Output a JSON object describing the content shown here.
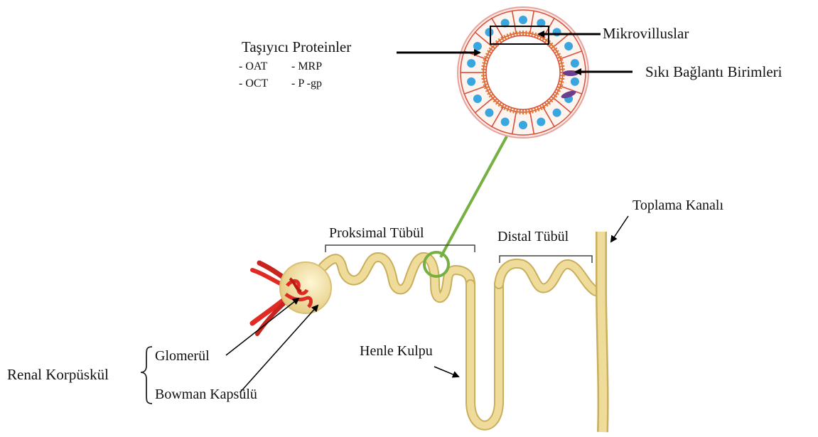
{
  "labels": {
    "transporters_title": "Taşıyıcı Proteinler",
    "transporter_oat": "- OAT",
    "transporter_mrp": "- MRP",
    "transporter_oct": "- OCT",
    "transporter_pgp": "- P -gp",
    "microvilli": "Mikrovilluslar",
    "tight_junctions": "Sıkı Bağlantı Birimleri",
    "collecting_duct": "Toplama Kanalı",
    "proximal_tubule": "Proksimal Tübül",
    "distal_tubule": "Distal Tübül",
    "loop_of_henle": "Henle Kulpu",
    "renal_corpuscle": "Renal Korpüskül",
    "glomerulus": "Glomerül",
    "bowman_capsule": "Bowman Kapsülü"
  },
  "colors": {
    "tubule_fill": "#f0dc9a",
    "tubule_edge": "#c9ae5c",
    "glomerulus": "#e02b24",
    "capsule": "#f2e3a6",
    "zoom_line": "#76b043",
    "cell_border": "#d9503a",
    "nucleus": "#3aa6df",
    "tight_junction": "#6a3d8f",
    "arrow": "#000000"
  }
}
